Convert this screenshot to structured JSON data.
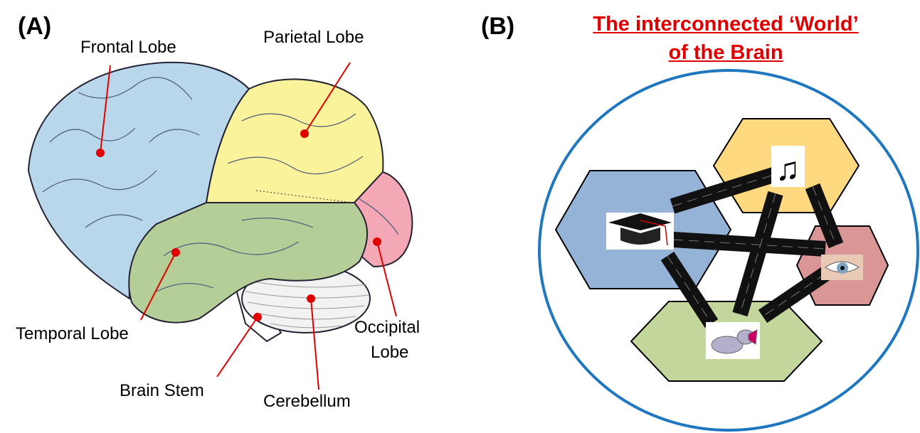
{
  "panel_a": {
    "label": "(A)",
    "labels": {
      "frontal": "Frontal Lobe",
      "parietal": "Parietal Lobe",
      "temporal": "Temporal Lobe",
      "occipital_1": "Occipital",
      "occipital_2": "Lobe",
      "brain_stem": "Brain Stem",
      "cerebellum": "Cerebellum"
    }
  },
  "panel_b": {
    "label": "(B)",
    "title_line1": "The interconnected  ‘World’",
    "title_line2": "of the Brain",
    "nodes": [
      {
        "name": "education",
        "icon": "graduation-cap-icon",
        "color": "#95b3d7"
      },
      {
        "name": "music",
        "icon": "music-note-icon",
        "color": "#ffd97f"
      },
      {
        "name": "vision",
        "icon": "eye-icon",
        "color": "#d99694"
      },
      {
        "name": "memory",
        "icon": "hippo-icon",
        "color": "#c3d69b"
      }
    ]
  },
  "colors": {
    "title": "#e00000",
    "circle": "#1f77c0",
    "frontal": "#b9d7ea",
    "parietal": "#fbf39b",
    "temporal": "#b5cd96",
    "occipital": "#f4a7b4",
    "pointer": "#e00000"
  }
}
